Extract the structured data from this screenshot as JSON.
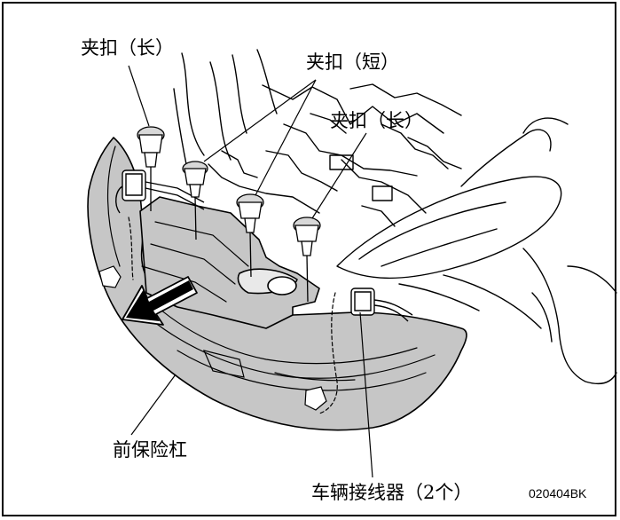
{
  "labels": {
    "clip_long_top": "夹扣（长）",
    "clip_short": "夹扣（短）",
    "clip_long_right": "夹扣（长）",
    "front_bumper": "前保险杠",
    "vehicle_connector": "车辆接线器（2个）",
    "figure_code": "020404BK"
  },
  "colors": {
    "bumper_fill": "#c6c6c6",
    "line": "#000000",
    "background": "#ffffff"
  }
}
